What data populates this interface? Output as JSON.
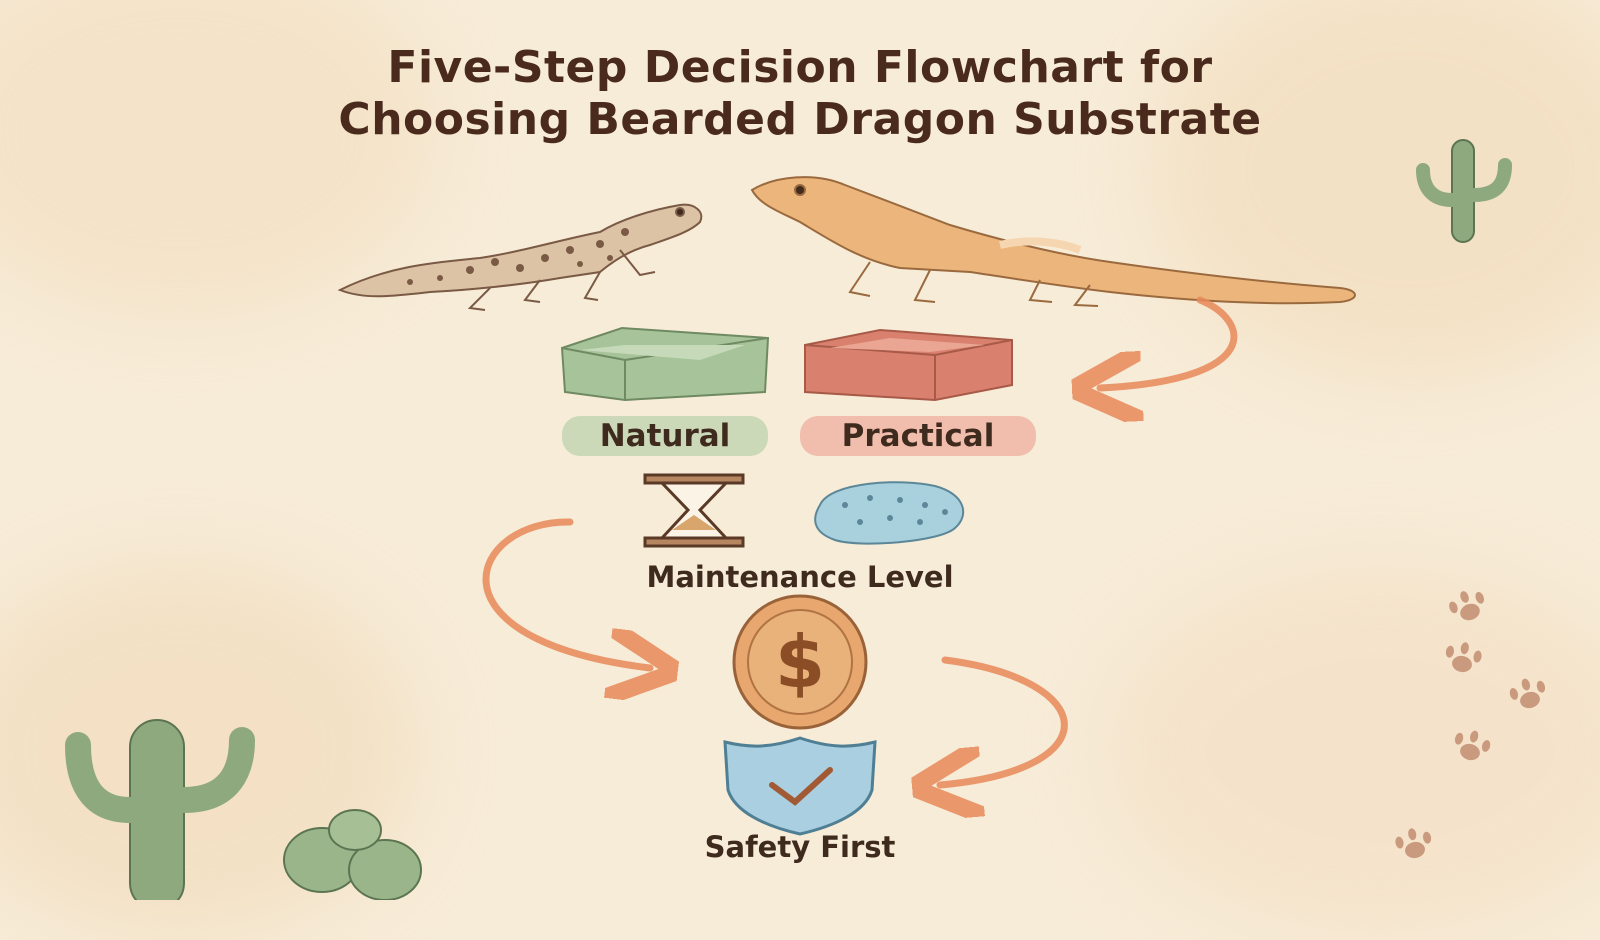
{
  "title_line1": "Five-Step Decision Flowchart for",
  "title_line2": "Choosing Bearded Dragon Substrate",
  "steps": {
    "natural": "Natural",
    "practical": "Practical",
    "maintenance": "Maintenance Level",
    "cost_symbol": "$",
    "safety": "Safety First"
  },
  "colors": {
    "background": "#f7ecd8",
    "title": "#4a2a1c",
    "arrow": "#e8895a",
    "natural": "#a6c39a",
    "practical": "#e79a88",
    "coin": "#e7a76e",
    "shield": "#a9cfe0",
    "cactus": "#8ea97d"
  },
  "icons": [
    "lizard-left-icon",
    "lizard-right-icon",
    "natural-box-icon",
    "practical-box-icon",
    "hourglass-icon",
    "sponge-icon",
    "dollar-coin-icon",
    "shield-check-icon",
    "cactus-icon",
    "footprint-icon"
  ]
}
